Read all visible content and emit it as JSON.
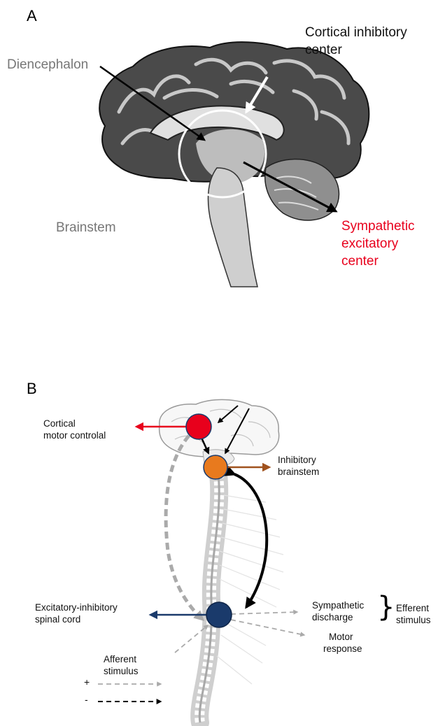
{
  "panel_a": {
    "letter": "A",
    "labels": {
      "diencephalon": "Diencephalon",
      "cortical_inhibitory_line1": "Cortical inhibitory",
      "cortical_inhibitory_line2": "center",
      "brainstem": "Brainstem",
      "sympathetic_line1": "Sympathetic",
      "sympathetic_line2": "excitatory",
      "sympathetic_line3": "center"
    }
  },
  "panel_b": {
    "letter": "B",
    "labels": {
      "cortical_line1": "Cortical",
      "cortical_line2": "motor controlal",
      "inhibitory_line1": "Inhibitory",
      "inhibitory_line2": "brainstem",
      "excitatory_line1": "Excitatory-inhibitory",
      "excitatory_line2": "spinal cord",
      "sympathetic_line1": "Sympathetic",
      "sympathetic_line2": "discharge",
      "efferent_line1": "Efferent",
      "efferent_line2": "stimulus",
      "motor_line1": "Motor",
      "motor_line2": "response",
      "afferent_line1": "Afferent",
      "afferent_line2": "stimulus",
      "legend_plus": "+",
      "legend_minus": "-",
      "brace": "}"
    }
  },
  "colors": {
    "red": "#e8001c",
    "orange": "#e87a1e",
    "navy": "#1a3a6b",
    "brown": "#a0521e",
    "gray_label": "#777777",
    "dash_gray": "#aaaaaa"
  }
}
